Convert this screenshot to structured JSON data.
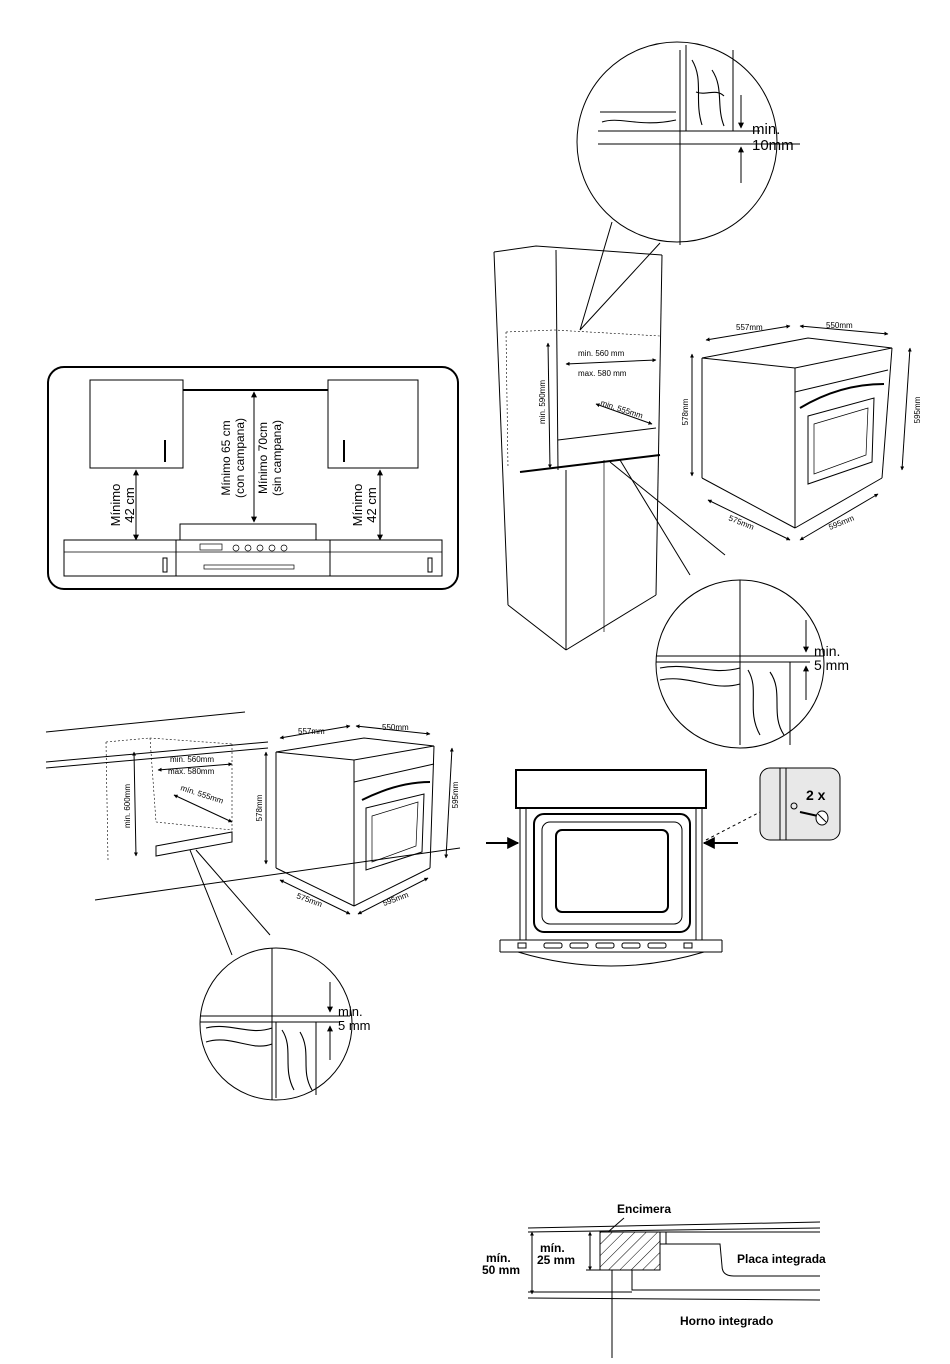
{
  "hood_clearance": {
    "left_label": "Mínimo",
    "left_value": "42 cm",
    "right_label": "Mínimo",
    "right_value": "42 cm",
    "center_with_hood_1": "Mínimo 65 cm",
    "center_with_hood_2": "(con campana)",
    "center_without_hood_1": "Mínimo 70cm",
    "center_without_hood_2": "(sin campana)"
  },
  "detail_top": {
    "min": "min.",
    "value": "10mm"
  },
  "tall_cabinet": {
    "height": "min. 590mm",
    "width_min": "min. 560 mm",
    "width_max": "max. 580 mm",
    "depth": "min. 555mm"
  },
  "oven_right": {
    "top_width": "557mm",
    "top_depth": "550mm",
    "front_height": "578mm",
    "side_height": "595mm",
    "bottom_left": "575mm",
    "bottom_right": "595mm"
  },
  "detail_right": {
    "min": "min.",
    "value": "5 mm"
  },
  "undercounter": {
    "height": "min. 600mm",
    "width_min": "min. 560mm",
    "width_max": "max. 580mm",
    "depth": "mín. 555mm"
  },
  "oven_left": {
    "top_width": "557mm",
    "top_depth": "550mm",
    "front_height": "578mm",
    "side_height": "595mm",
    "bottom_left": "575mm",
    "bottom_right": "595mm"
  },
  "detail_bottom": {
    "min": "min.",
    "value": "5 mm"
  },
  "screw": {
    "label": "2 x"
  },
  "counter_section": {
    "title": "Encimera",
    "min_total_1": "mín.",
    "min_total_2": "50 mm",
    "min_gap_1": "mín.",
    "min_gap_2": "25 mm",
    "hob": "Placa integrada",
    "oven": "Horno integrado"
  },
  "icons": [
    "fixing-screw-icon",
    "wood-grain-icon",
    "arrow-icon"
  ]
}
